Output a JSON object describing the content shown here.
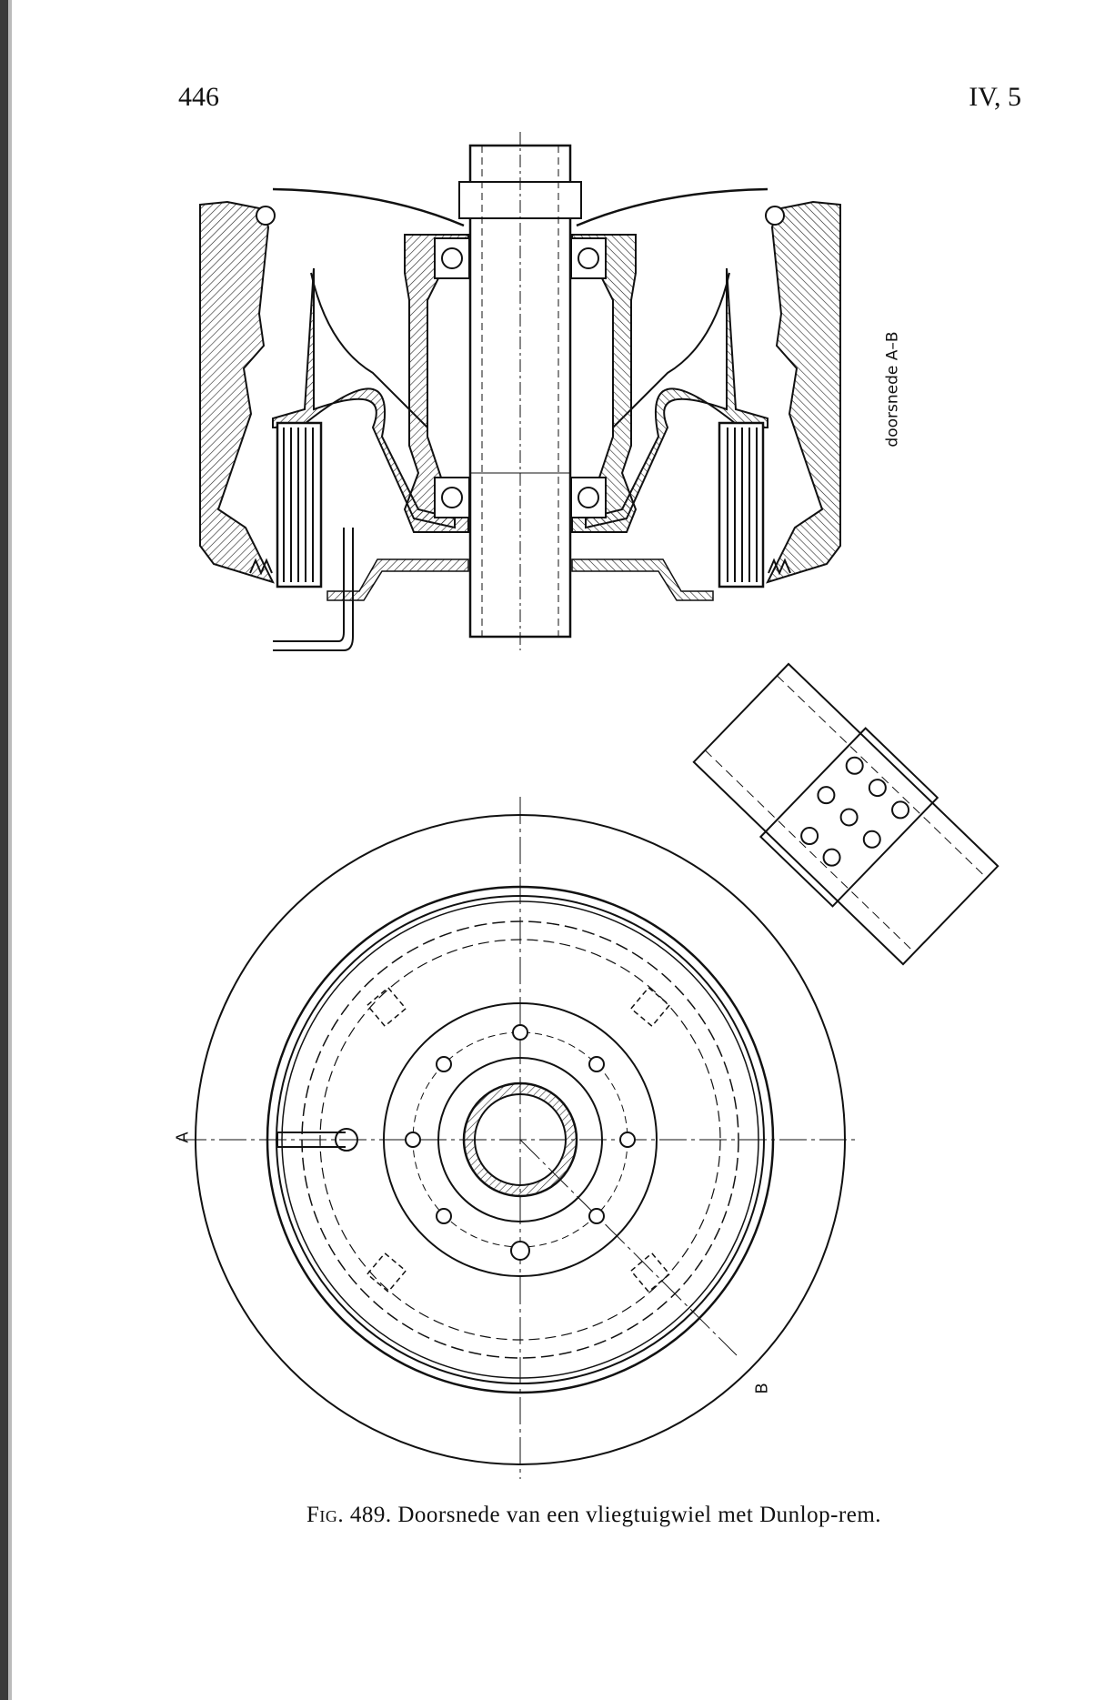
{
  "page": {
    "number": "446",
    "section": "IV, 5"
  },
  "figure": {
    "label_prefix": "Fig.",
    "number": "489.",
    "caption": "Doorsnede van een vliegtuigwiel met Dunlop-rem.",
    "section_label": "doorsnede A–B",
    "marker_a": "A",
    "marker_b": "B"
  }
}
